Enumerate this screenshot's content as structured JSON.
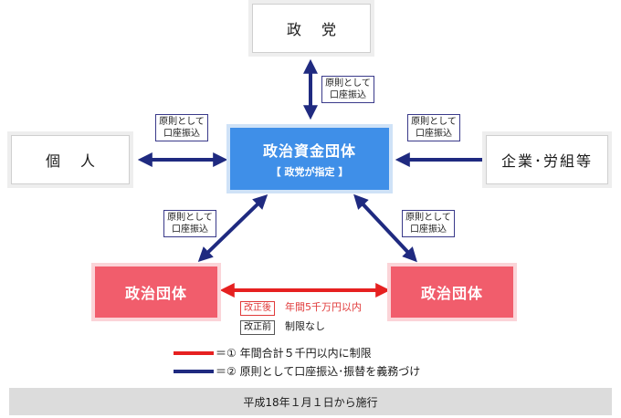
{
  "nodes": {
    "party": "政党",
    "individual": "個人",
    "corporation": "企業･労組等",
    "fund_group": {
      "title": "政治資金団体",
      "subtitle": "【 政党が指定 】"
    },
    "pol_group_left": "政治団体",
    "pol_group_right": "政治団体"
  },
  "tags": {
    "line1": "原則として",
    "line2": "口座振込"
  },
  "between_groups": {
    "after_label": "改正後",
    "after_text": "年間5千万円以内",
    "before_label": "改正前",
    "before_text": "制限なし"
  },
  "legend": [
    {
      "color": "#e62020",
      "text": "＝① 年間合計５千円以内に制限"
    },
    {
      "color": "#1f2a80",
      "text": "＝② 原則として口座振込･振替を義務づけ"
    }
  ],
  "footer": "平成18年１月１日から施行",
  "colors": {
    "blue_arrow": "#1f2a80",
    "red_arrow": "#e62020",
    "fund_group_bg": "#3f8fe8",
    "pol_group_bg": "#f15d6c"
  }
}
